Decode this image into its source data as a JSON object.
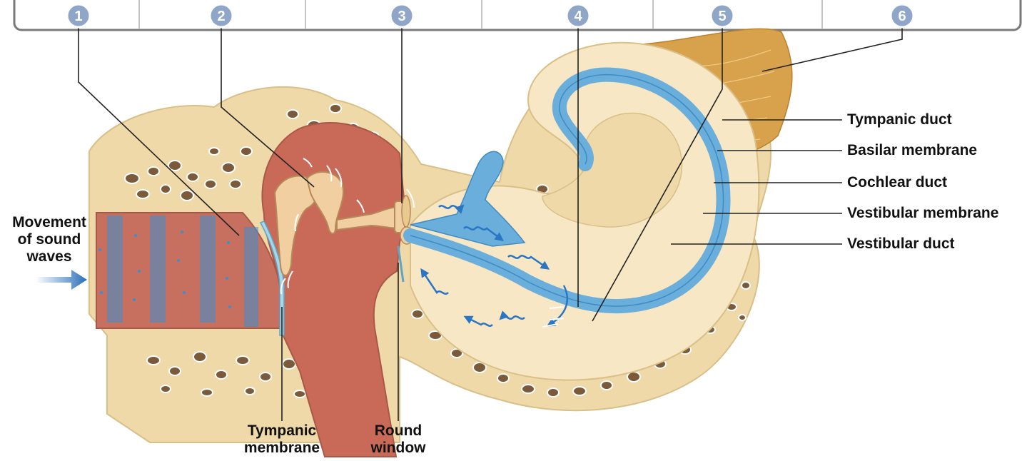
{
  "labels": {
    "movement": [
      "Movement",
      "of sound",
      "waves"
    ],
    "tympanic_membrane": [
      "Tympanic",
      "membrane"
    ],
    "round_window": [
      "Round",
      "window"
    ],
    "right": [
      "Tympanic duct",
      "Basilar membrane",
      "Cochlear duct",
      "Vestibular membrane",
      "Vestibular duct"
    ]
  },
  "markers": [
    "1",
    "2",
    "3",
    "4",
    "5",
    "6"
  ],
  "colors": {
    "table_border": "#7a7a7a",
    "badge": "#8fa6c8",
    "bone": "#efd9a8",
    "bone_pit": "#7a5a3a",
    "canal": "#c8705f",
    "middle_ear": "#c96a58",
    "ossicle": "#f2cfa0",
    "fluid": "#f8e7c4",
    "duct_blue": "#6aaedc",
    "wave_blue": "#2a76c4",
    "nerve": "#d8a24c"
  }
}
